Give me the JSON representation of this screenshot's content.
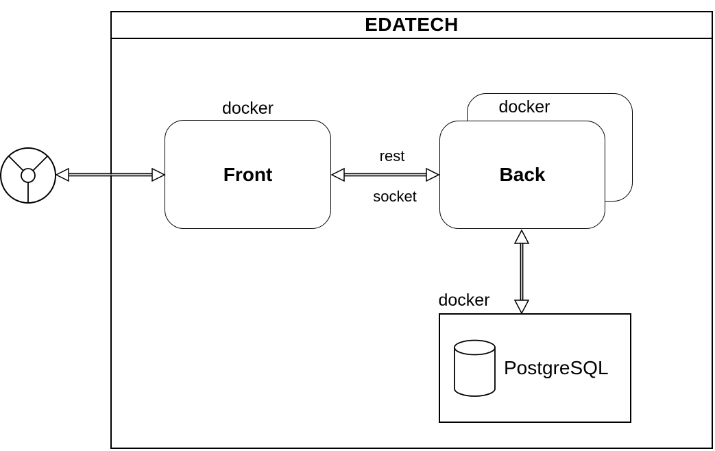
{
  "diagram": {
    "title": "EDATECH",
    "nodes": {
      "client": {
        "icon": "client-wheel-icon"
      },
      "front": {
        "label": "Front",
        "runtime_label": "docker"
      },
      "back": {
        "label": "Back",
        "runtime_label": "docker",
        "replicated": true
      },
      "database": {
        "label": "PostgreSQL",
        "runtime_label": "docker",
        "icon": "database-cylinder-icon"
      }
    },
    "edges": {
      "client_front": {
        "style": "double-headed-open-arrow"
      },
      "front_back": {
        "style": "double-headed-open-arrow",
        "label_top": "rest",
        "label_bottom": "socket"
      },
      "back_database": {
        "style": "double-headed-open-arrow"
      }
    },
    "colors": {
      "stroke": "#000000",
      "background": "#ffffff",
      "shaft_core": "#b3b3b3"
    }
  }
}
